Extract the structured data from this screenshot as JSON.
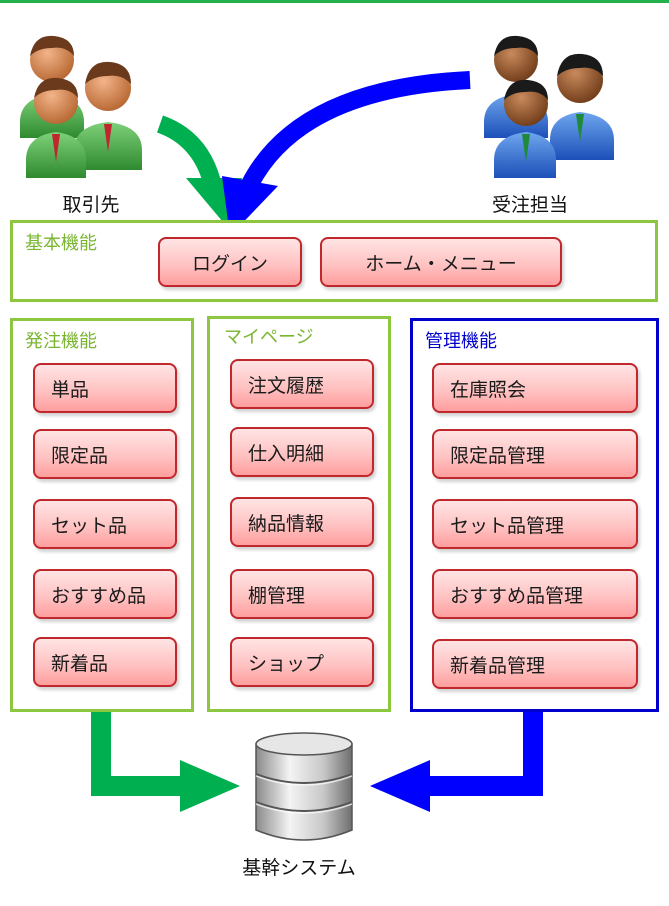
{
  "actors": {
    "left": "取引先",
    "right": "受注担当"
  },
  "colors": {
    "green_arrow": "#00b050",
    "blue_arrow": "#0000ff",
    "panel_green_border": "#8dc63f",
    "panel_blue_border": "#0000cc",
    "button_border": "#c0282d"
  },
  "basic": {
    "title": "基本機能",
    "buttons": [
      "ログイン",
      "ホーム・メニュー"
    ]
  },
  "order": {
    "title": "発注機能",
    "buttons": [
      "単品",
      "限定品",
      "セット品",
      "おすすめ品",
      "新着品"
    ]
  },
  "mypage": {
    "title": "マイページ",
    "buttons": [
      "注文履歴",
      "仕入明細",
      "納品情報",
      "棚管理",
      "ショップ"
    ]
  },
  "admin": {
    "title": "管理機能",
    "buttons": [
      "在庫照会",
      "限定品管理",
      "セット品管理",
      "おすすめ品管理",
      "新着品管理"
    ]
  },
  "core_system": "基幹システム"
}
